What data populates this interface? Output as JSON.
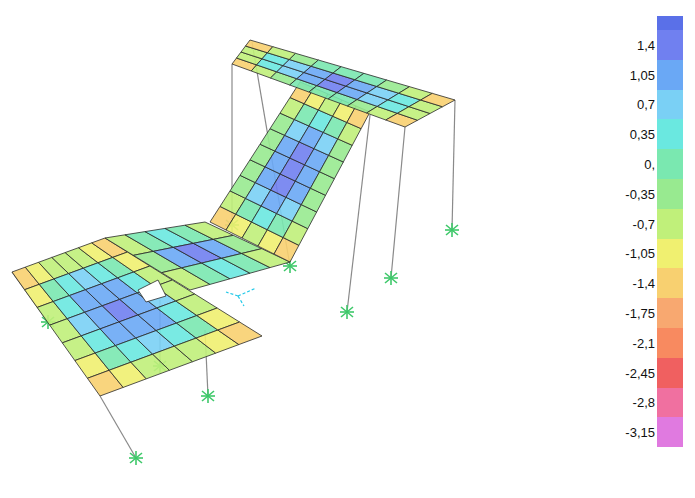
{
  "diagram": {
    "legend": [
      {
        "text": "1,4",
        "color": "#7080f0"
      },
      {
        "text": "1,05",
        "color": "#6aa8f5"
      },
      {
        "text": "0,7",
        "color": "#7ad0f5"
      },
      {
        "text": "0,35",
        "color": "#6ae8e0"
      },
      {
        "text": "0,",
        "color": "#7ae8b0"
      },
      {
        "text": "-0,35",
        "color": "#98ea90"
      },
      {
        "text": "-0,7",
        "color": "#c0f07a"
      },
      {
        "text": "-1,05",
        "color": "#f0f070"
      },
      {
        "text": "-1,4",
        "color": "#f8d070"
      },
      {
        "text": "-1,75",
        "color": "#f8a870"
      },
      {
        "text": "-2,1",
        "color": "#f88a60"
      },
      {
        "text": "-2,45",
        "color": "#f06060"
      },
      {
        "text": "-2,8",
        "color": "#f070a0"
      },
      {
        "text": "-3,15",
        "color": "#e07ae0"
      }
    ]
  }
}
